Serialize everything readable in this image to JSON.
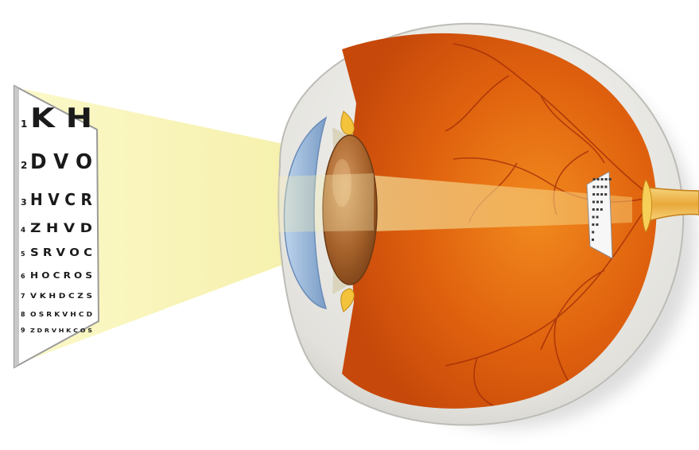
{
  "eye_chart": {
    "rows": [
      {
        "number": "1",
        "letters": "K H"
      },
      {
        "number": "2",
        "letters": "D V O"
      },
      {
        "number": "3",
        "letters": "H V C R"
      },
      {
        "number": "4",
        "letters": "Z H V D"
      },
      {
        "number": "5",
        "letters": "S R V O C"
      },
      {
        "number": "6",
        "letters": "H O C R O S"
      },
      {
        "number": "7",
        "letters": "V K H D C Z S"
      },
      {
        "number": "8",
        "letters": "O S R K V H C D"
      },
      {
        "number": "9",
        "letters": "Z D R V H K C O S"
      }
    ]
  },
  "colors": {
    "light_beam": "#f6f3b0",
    "eye_interior": "#e0620e",
    "sclera": "#e8e7e2",
    "lens": "#b5722e",
    "cornea": "#8fb3d9"
  },
  "icons": {
    "chart": "eye-chart-icon",
    "eye": "eyeball-icon",
    "retina_image": "retinal-image-icon",
    "optic_nerve": "optic-nerve-icon"
  }
}
